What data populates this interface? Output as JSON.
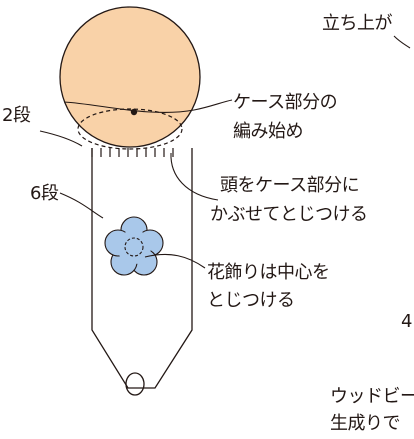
{
  "labels": {
    "top_right": "立ち上が",
    "rows_2": "2段",
    "rows_6": "6段",
    "case_start": [
      "ケース部分の",
      "編み始め"
    ],
    "head_attach": [
      "頭をケース部分に",
      "かぶせてとじつける"
    ],
    "flower": [
      "花飾りは中心を",
      "とじつける"
    ],
    "partial_digit": "4",
    "bottom_partial": [
      "ウッドビー",
      "生成りで"
    ]
  },
  "colors": {
    "head_fill": "#f9d2a8",
    "flower_fill": "#a9c8ea",
    "stroke": "#231815",
    "background": "#ffffff"
  }
}
